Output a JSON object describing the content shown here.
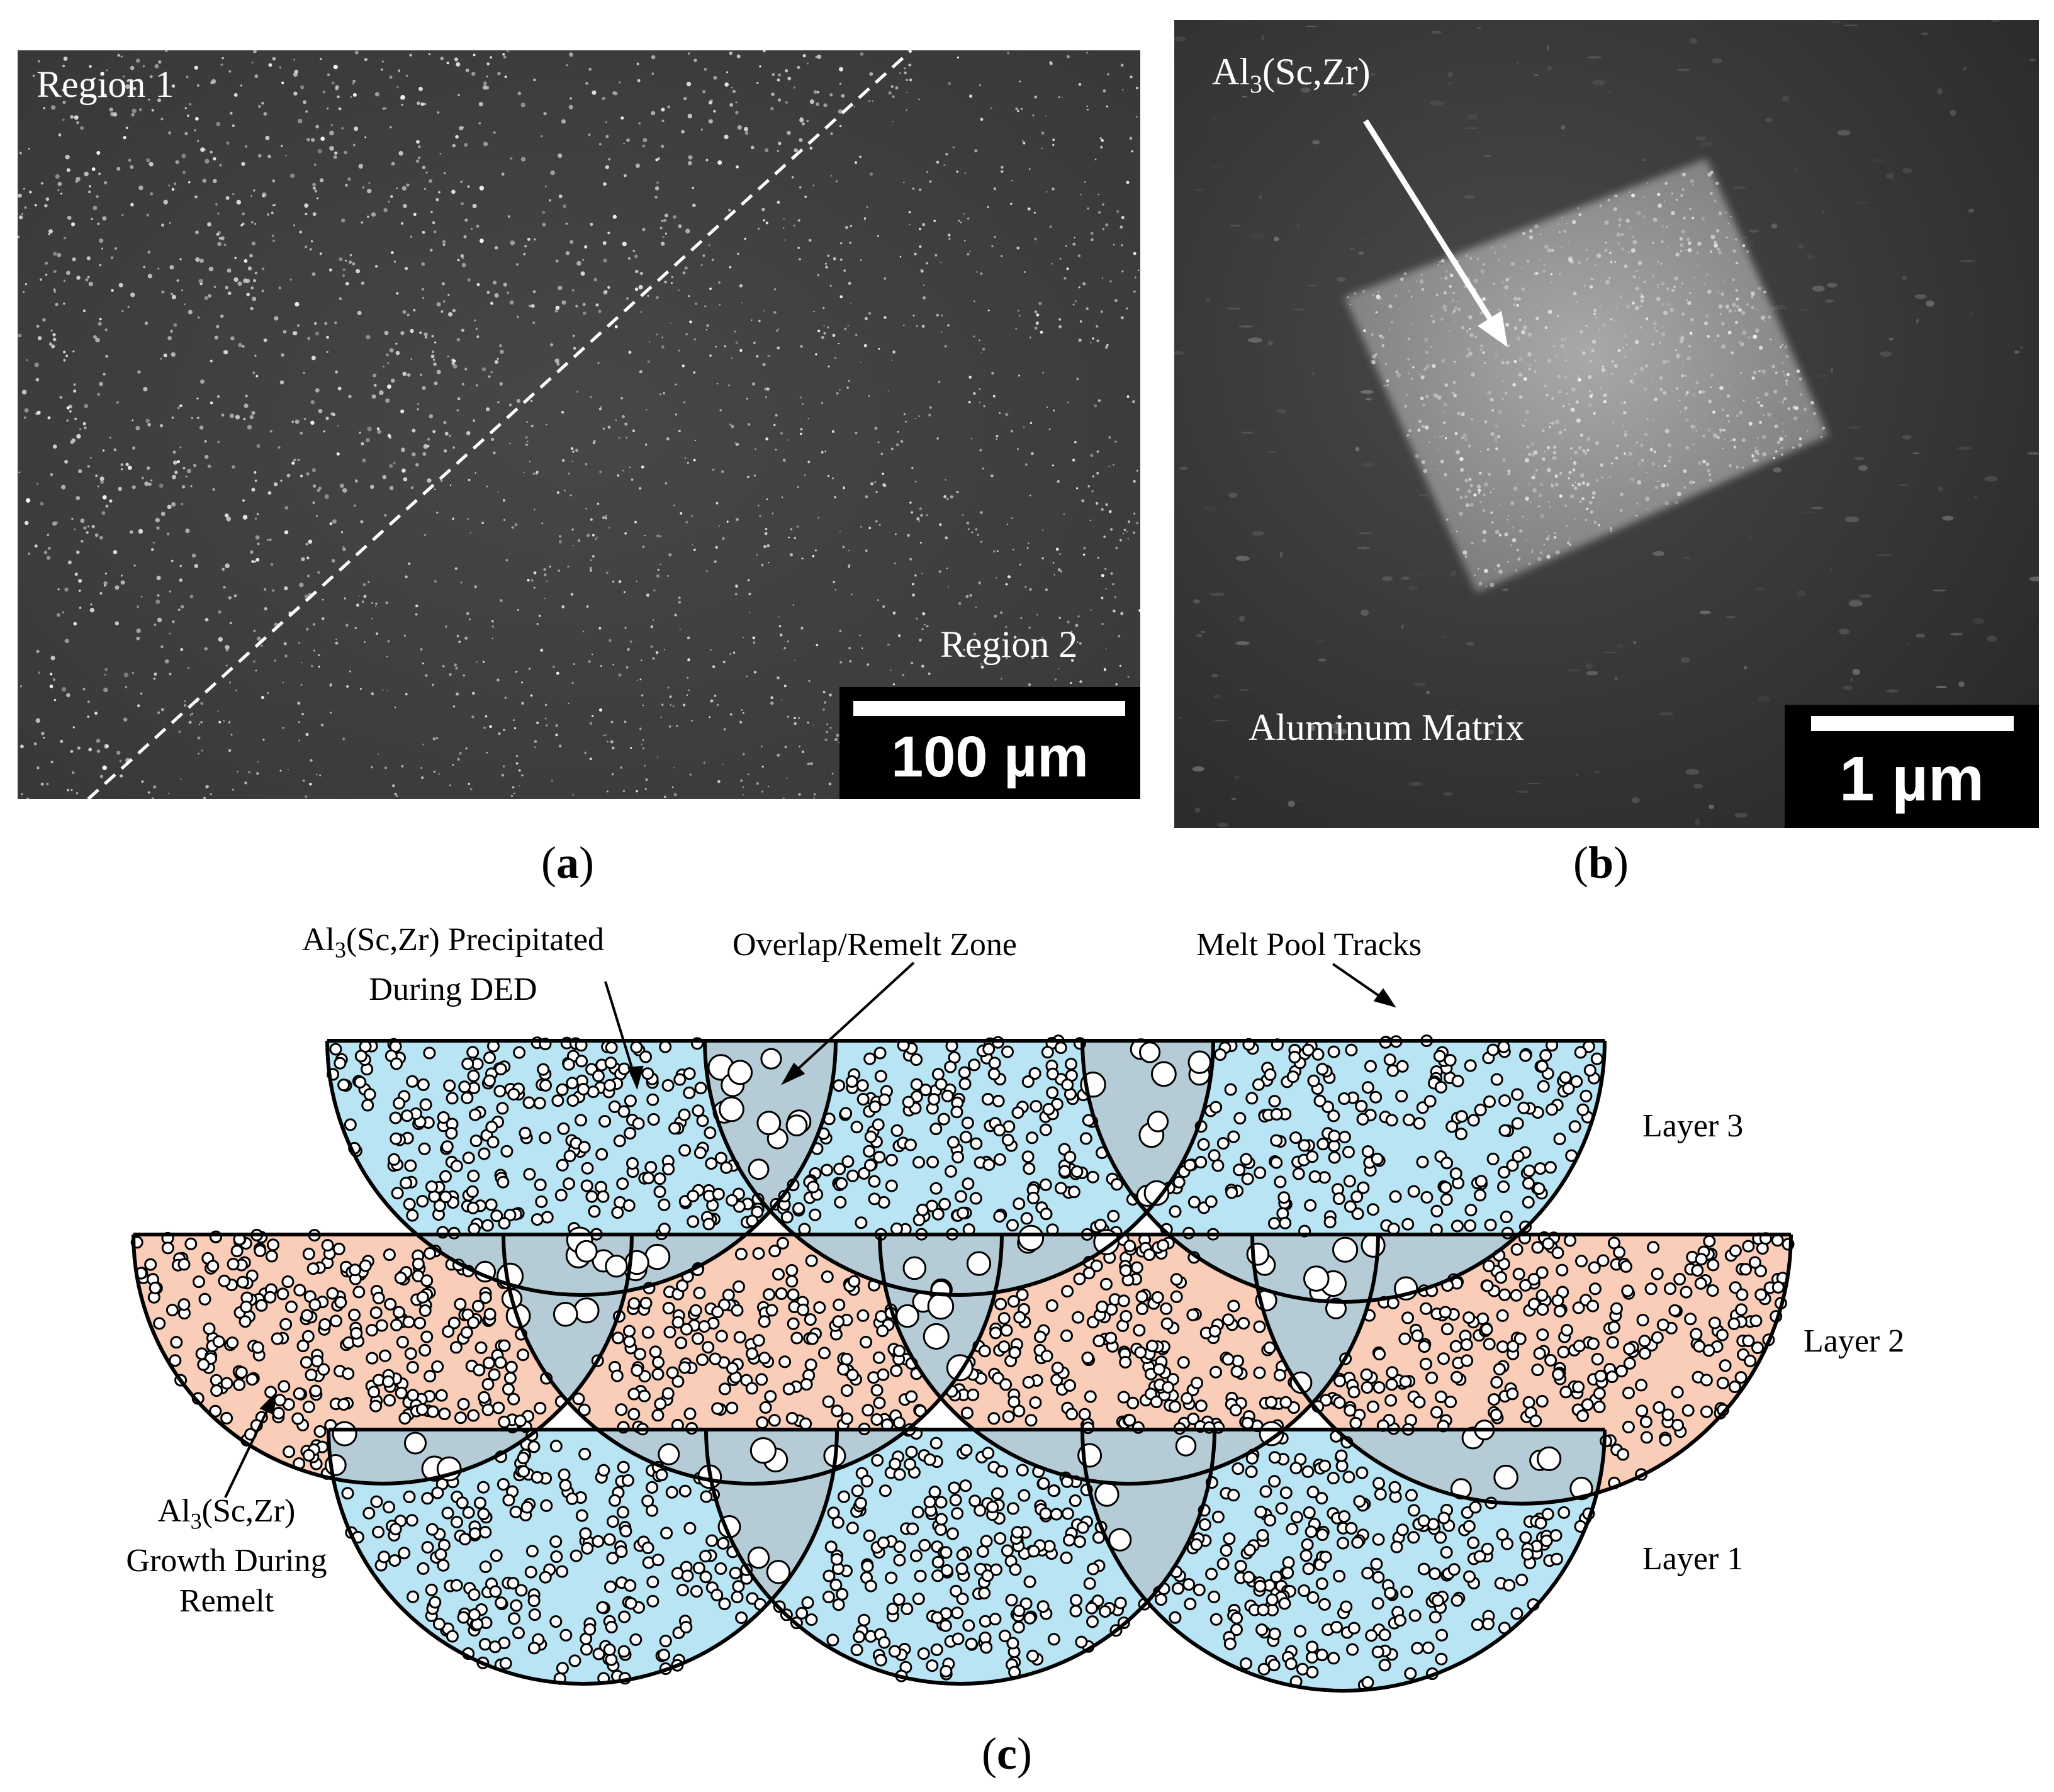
{
  "panel_a": {
    "region1_label": "Region 1",
    "region2_label": "Region 2",
    "scale_bar": "100 µm",
    "caption_letter": "a"
  },
  "panel_b": {
    "precipitate_label_main": "Al",
    "precipitate_label_sub": "3",
    "precipitate_label_rest": "(Sc,Zr)",
    "matrix_label": "Aluminum Matrix",
    "scale_bar": "1 µm",
    "caption_letter": "b"
  },
  "panel_c": {
    "label_precipitated_l1_a": "Al",
    "label_precipitated_l1_sub": "3",
    "label_precipitated_l1_b": "(Sc,Zr) Precipitated",
    "label_precipitated_l2": "During DED",
    "label_overlap": "Overlap/Remelt Zone",
    "label_tracks": "Melt Pool Tracks",
    "label_growth_l1_a": "Al",
    "label_growth_l1_sub": "3",
    "label_growth_l1_b": "(Sc,Zr)",
    "label_growth_l2": "Growth During",
    "label_growth_l3": "Remelt",
    "layer3": "Layer 3",
    "layer2": "Layer 2",
    "layer1": "Layer 1",
    "caption_letter": "c"
  },
  "colors": {
    "blue_pool": "#b8e4f4",
    "salmon_pool": "#f9cdb8",
    "overlap": "#b5ccd6",
    "outline": "#000000"
  }
}
